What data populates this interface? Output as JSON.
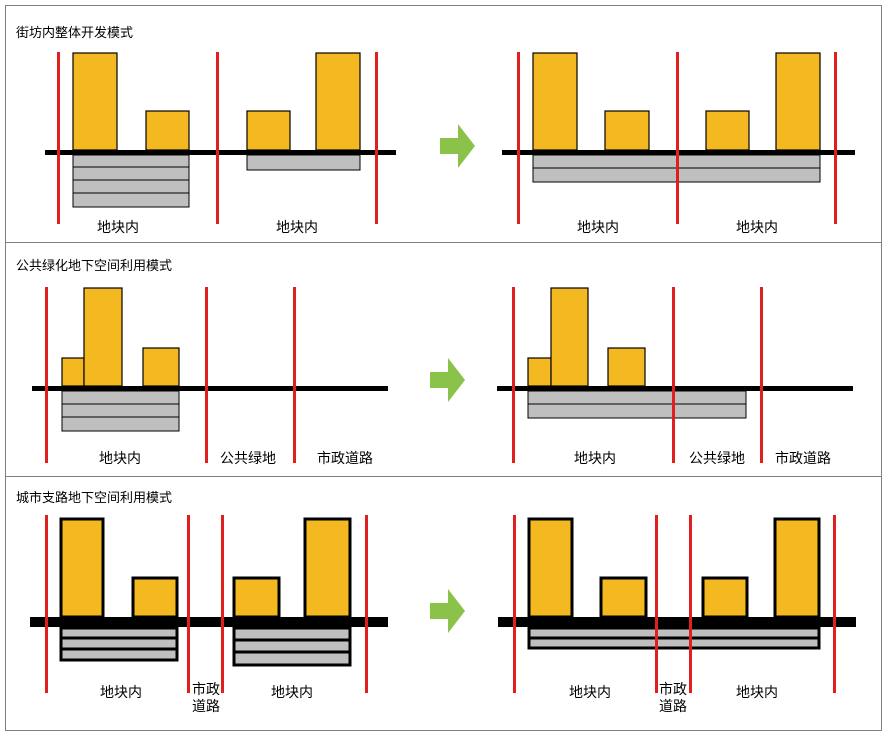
{
  "panels": [
    {
      "title": "街坊内整体开发模式",
      "before_labels": [
        "地块内",
        "地块内"
      ],
      "after_labels": [
        "地块内",
        "地块内"
      ]
    },
    {
      "title": "公共绿化地下空间利用模式",
      "before_labels": [
        "地块内",
        "公共绿地",
        "市政道路"
      ],
      "after_labels": [
        "地块内",
        "公共绿地",
        "市政道路"
      ]
    },
    {
      "title": "城市支路地下空间利用模式",
      "before_labels": [
        "地块内",
        "市政\n道路",
        "地块内"
      ],
      "after_labels": [
        "地块内",
        "市政\n道路",
        "地块内"
      ]
    }
  ],
  "arrow_icon": "right-arrow-icon",
  "colors": {
    "building": "#F4B921",
    "underground": "#BFBFBF",
    "boundary_line": "#E0201E",
    "ground_line": "#000000",
    "arrow": "#8BC34A",
    "panel_border": "#7F7F7F"
  }
}
